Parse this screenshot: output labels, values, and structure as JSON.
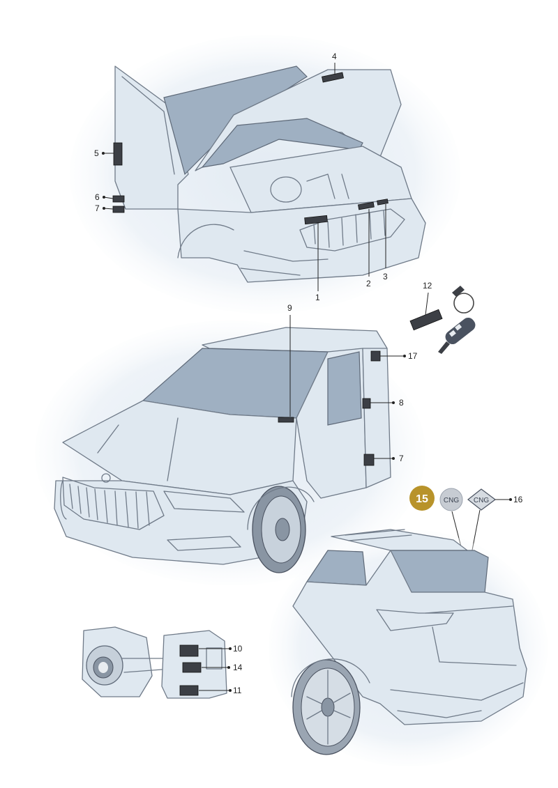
{
  "callouts": {
    "c1": "1",
    "c2": "2",
    "c3": "3",
    "c4": "4",
    "c5": "5",
    "c6": "6",
    "c7a": "7",
    "c7b": "7",
    "c8": "8",
    "c9": "9",
    "c10": "10",
    "c11": "11",
    "c12": "12",
    "c14": "14",
    "c15": "15",
    "c16": "16",
    "c17": "17"
  },
  "badges": {
    "cng_round": "CNG",
    "cng_diamond": "CNG"
  },
  "colors": {
    "highlight_badge": "#b8932a",
    "body_tint": "#dfe8f0",
    "glass": "#9fb0c2",
    "label": "#3c3f45"
  }
}
